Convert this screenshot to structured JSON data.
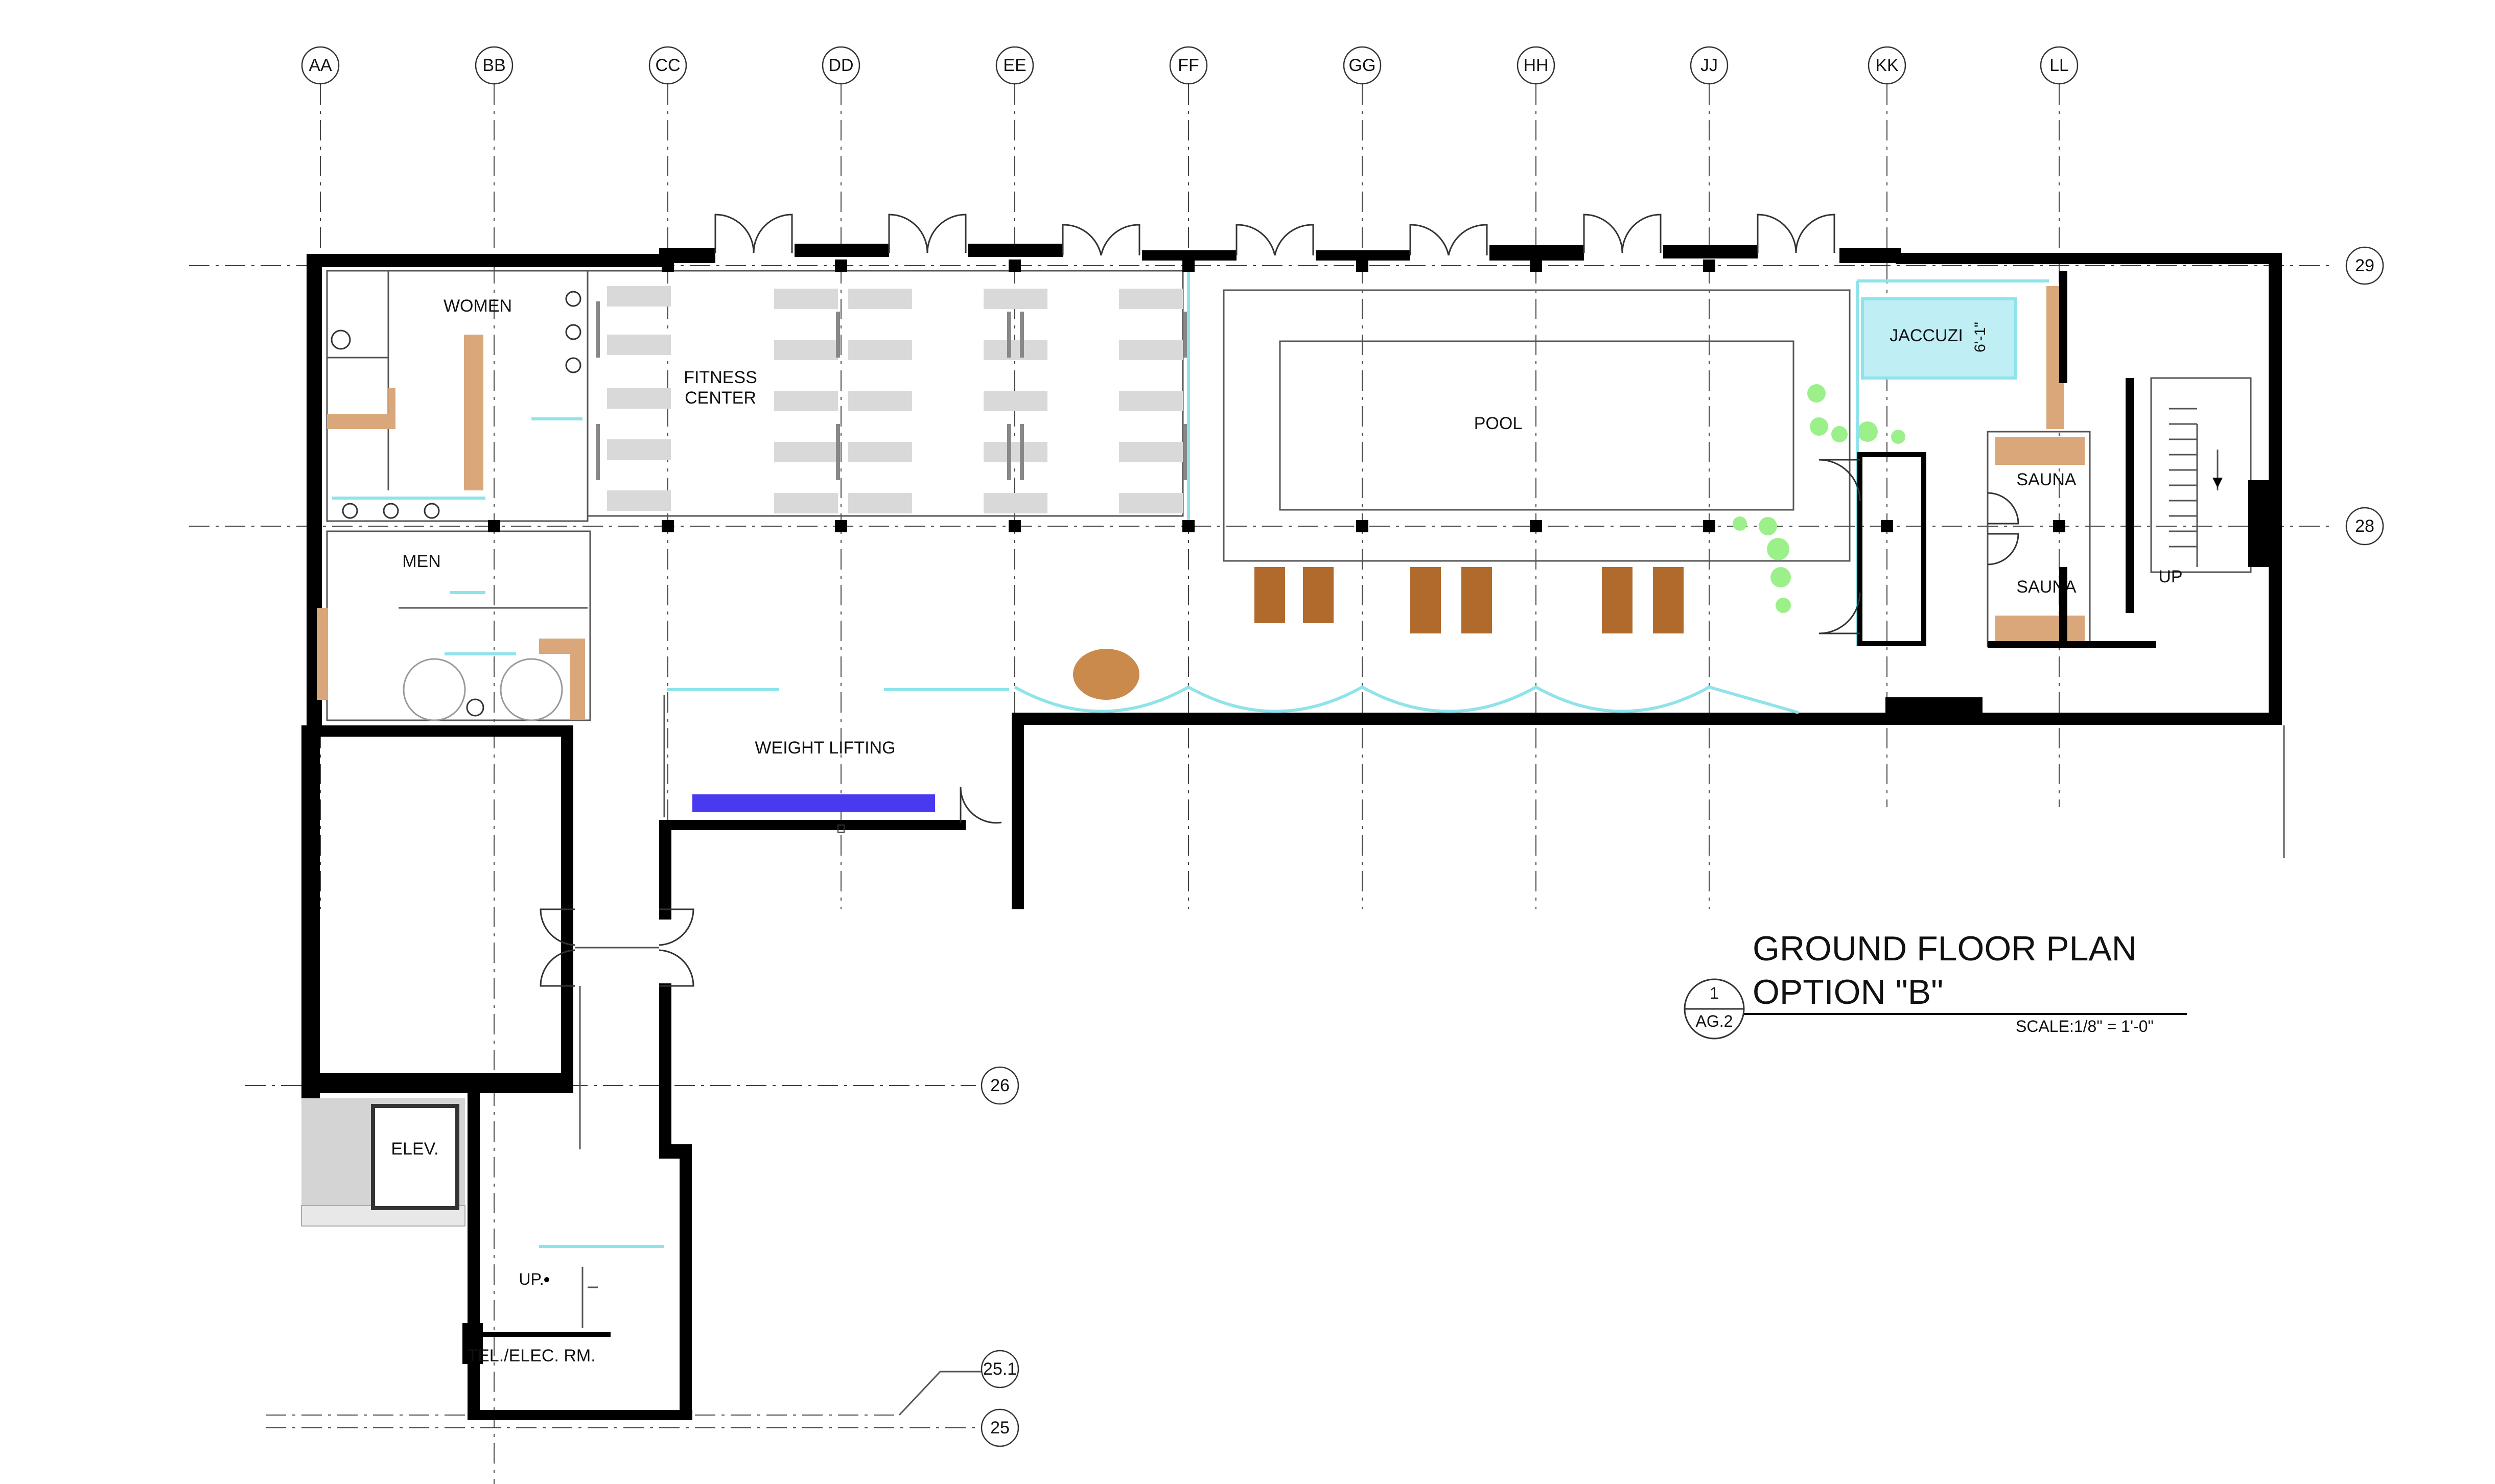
{
  "drawing": {
    "title_line1": "GROUND FLOOR PLAN",
    "title_line2": "OPTION \"B\"",
    "scale": "SCALE:1/8\" = 1'-0\"",
    "sheet_number": "1",
    "sheet_ref": "AG.2"
  },
  "grid_columns": [
    "AA",
    "BB",
    "CC",
    "DD",
    "EE",
    "FF",
    "GG",
    "HH",
    "JJ",
    "KK",
    "LL"
  ],
  "grid_rows": [
    "29",
    "28",
    "26",
    "25.1",
    "25"
  ],
  "rooms": {
    "women": "WOMEN",
    "men": "MEN",
    "fitness_center_line1": "FITNESS",
    "fitness_center_line2": "CENTER",
    "pool": "POOL",
    "jaccuzi": "JACCUZI",
    "jaccuzi_dim": "6'-1\"",
    "sauna_upper": "SAUNA",
    "sauna_lower": "SAUNA",
    "weight_lifting": "WEIGHT LIFTING",
    "elevator": "ELEV.",
    "stair_up_right": "UP",
    "stair_up_lower": "UP.",
    "tel_elec": "TEL./ELEC. RM."
  },
  "colors": {
    "wall": "#000000",
    "glass": "#8fe3ea",
    "lounge_chair": "#b06a2c",
    "millwork": "#d9a77a",
    "planting": "#9cf08a",
    "weight_bench": "#4a3aef",
    "fitness_equipment": "#d9d9d9",
    "jacuzzi_water": "#bfeef4",
    "round_table": "#c98a4b"
  }
}
